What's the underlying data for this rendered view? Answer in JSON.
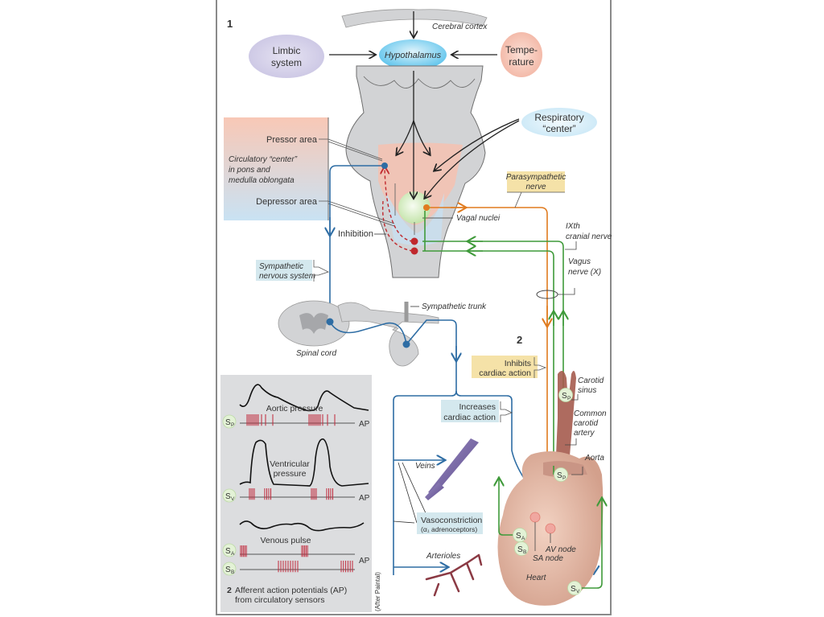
{
  "figure": {
    "section1_number": "1",
    "section2_number": "2",
    "cerebral_cortex": "Cerebral cortex",
    "hypothalamus": "Hypothalamus",
    "limbic_system": [
      "Limbic",
      "system"
    ],
    "temperature": [
      "Tempe-",
      "rature"
    ],
    "respiratory_center": [
      "Respiratory",
      "“center”"
    ],
    "pressor_area": "Pressor area",
    "circulatory_center": [
      "Circulatory “center”",
      "in pons and",
      "medulla oblongata"
    ],
    "depressor_area": "Depressor area",
    "inhibition": "Inhibition",
    "vagal_nuclei": "Vagal nuclei",
    "parasympathetic_nerve": [
      "Parasympathetic",
      "nerve"
    ],
    "ixth_cranial_nerve": [
      "IXth",
      "cranial nerve"
    ],
    "vagus_nerve": [
      "Vagus",
      "nerve (X)"
    ],
    "sympathetic_nervous_system": [
      "Sympathetic",
      "nervous system"
    ],
    "sympathetic_trunk": "Sympathetic trunk",
    "spinal_cord": "Spinal cord",
    "inhibits_cardiac_action": [
      "Inhibits",
      "cardiac action"
    ],
    "increases_cardiac_action": [
      "Increases",
      "cardiac action"
    ],
    "carotid_sinus": [
      "Carotid",
      "sinus"
    ],
    "common_carotid_artery": [
      "Common",
      "carotid",
      "artery"
    ],
    "aorta": "Aorta",
    "veins": "Veins",
    "vasoconstriction": [
      "Vasoconstriction",
      "(α₁ adrenoceptors)"
    ],
    "arterioles": "Arterioles",
    "sa_node": "SA node",
    "av_node": "AV node",
    "heart": "Heart",
    "credit": "(After Paintal)",
    "sensors": {
      "sp": "S",
      "sp_sub": "P",
      "sv": "S",
      "sv_sub": "V",
      "sa": "S",
      "sa_sub": "A",
      "sb": "S",
      "sb_sub": "B"
    }
  },
  "inset": {
    "aortic_pressure": "Aortic pressure",
    "ventricular_pressure": [
      "Ventricular",
      "pressure"
    ],
    "venous_pulse": "Venous pulse",
    "ap": "AP",
    "caption_number": "2",
    "caption": [
      "Afferent action potentials (AP)",
      "from circulatory sensors"
    ]
  },
  "colors": {
    "sympathetic": "#2e6da4",
    "parasympathetic": "#e07b1f",
    "afferent": "#3f9a3a",
    "inhibition": "#c0282d",
    "brain_gray": "#d2d3d5",
    "pressor": "#f6c1b0",
    "depressor": "#c8e0f0",
    "label_yellow": "#f5e2a8",
    "label_blue": "#d4e8ee"
  }
}
